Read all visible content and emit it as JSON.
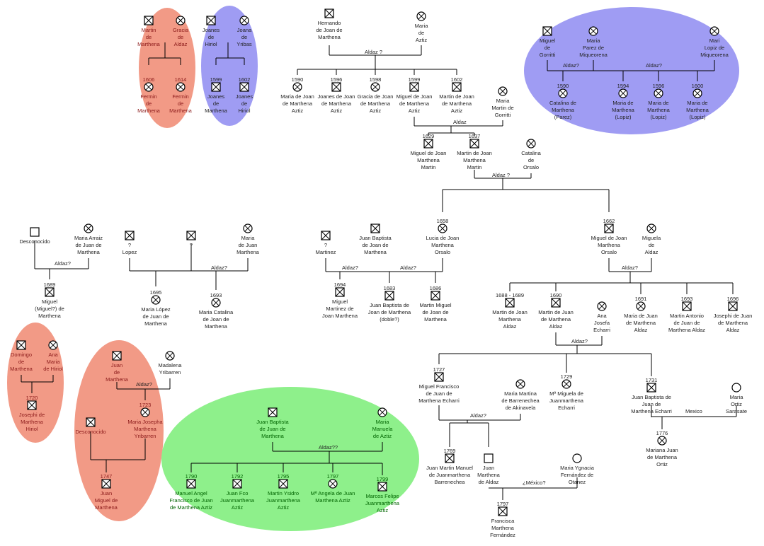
{
  "colors": {
    "red_group": "#f29a86",
    "blue_group": "#9f9cf3",
    "green_group": "#8ef08b",
    "lines": "#000000",
    "text": "#222222",
    "green_text": "#006400",
    "red_text": "#8b1a1a"
  },
  "icons": {
    "male": "square-cross-icon",
    "female": "circle-cross-icon",
    "male_unknown": "square-icon",
    "female_unknown": "circle-icon"
  },
  "couples": [
    {
      "id": "c1",
      "label": "Aldaz ?"
    },
    {
      "id": "c2",
      "label": "Aldaz"
    },
    {
      "id": "c3",
      "label": "Aldaz ?"
    },
    {
      "id": "c4",
      "label": "Aldaz?"
    },
    {
      "id": "c5",
      "label": "Aldaz?"
    },
    {
      "id": "c6",
      "label": "Aldaz?"
    },
    {
      "id": "c7",
      "label": "Aldaz?"
    },
    {
      "id": "c8",
      "label": "Aldaz?"
    },
    {
      "id": "c9",
      "label": "Aldaz?"
    },
    {
      "id": "c10",
      "label": "Aldaz?"
    },
    {
      "id": "c11",
      "label": "Aldaz?"
    },
    {
      "id": "c12",
      "label": "Aldaz??"
    },
    {
      "id": "c13",
      "label": "Aldaz?"
    },
    {
      "id": "c14",
      "label": "Aldaz?"
    },
    {
      "id": "c15",
      "label": "Mexico"
    },
    {
      "id": "c16",
      "label": "¿México?"
    }
  ],
  "persons": [
    {
      "id": "p1",
      "sex": "M",
      "year": "",
      "name": [
        "Martin",
        "de",
        "Marthena"
      ],
      "group": "red"
    },
    {
      "id": "p2",
      "sex": "F",
      "year": "",
      "name": [
        "Gracia",
        "de",
        "Aldaz"
      ],
      "group": "red"
    },
    {
      "id": "p3",
      "sex": "F",
      "year": "1606",
      "name": [
        "Fermin",
        "de",
        "Marthena"
      ],
      "group": "red"
    },
    {
      "id": "p4",
      "sex": "F",
      "year": "1614",
      "name": [
        "Fermin",
        "de",
        "Marthena"
      ],
      "group": "red"
    },
    {
      "id": "p5",
      "sex": "M",
      "year": "",
      "name": [
        "Joanes",
        "de",
        "Hiriol"
      ],
      "group": "blue"
    },
    {
      "id": "p6",
      "sex": "F",
      "year": "",
      "name": [
        "Joana",
        "de",
        "Yribas"
      ],
      "group": "blue"
    },
    {
      "id": "p7",
      "sex": "M",
      "year": "1599",
      "name": [
        "Joanes",
        "de",
        "Marthena"
      ],
      "group": "blue"
    },
    {
      "id": "p8",
      "sex": "M",
      "year": "1602",
      "name": [
        "Joanes",
        "de",
        "Hiriol"
      ],
      "group": "blue"
    },
    {
      "id": "p9",
      "sex": "M",
      "year": "",
      "name": [
        "Hernando",
        "de Joan de",
        "Marthena"
      ],
      "group": ""
    },
    {
      "id": "p10",
      "sex": "F",
      "year": "",
      "name": [
        "Maria",
        "de",
        "Aztiz"
      ],
      "group": ""
    },
    {
      "id": "p11",
      "sex": "F",
      "year": "1590",
      "name": [
        "Maria de Joan",
        "de Marthena",
        "Aztiz"
      ],
      "group": ""
    },
    {
      "id": "p12",
      "sex": "M",
      "year": "1596",
      "name": [
        "Joanes de Joan",
        "de Marthena",
        "Aztiz"
      ],
      "group": ""
    },
    {
      "id": "p13",
      "sex": "F",
      "year": "1598",
      "name": [
        "Gracia de Joan",
        "de Marthena",
        "Aztiz"
      ],
      "group": ""
    },
    {
      "id": "p14",
      "sex": "M",
      "year": "1599",
      "name": [
        "Miguel de Joan",
        "de Marthena",
        "Aztiz"
      ],
      "group": ""
    },
    {
      "id": "p15",
      "sex": "M",
      "year": "1602",
      "name": [
        "Martin de Joan",
        "de Marthena",
        "Aztiz"
      ],
      "group": ""
    },
    {
      "id": "p16",
      "sex": "F",
      "year": "",
      "name": [
        "Maria",
        "Martin de",
        "Gorritti"
      ],
      "group": ""
    },
    {
      "id": "p17",
      "sex": "M",
      "year": "1629",
      "name": [
        "Miguel de Joan",
        "Marthena",
        "Martin"
      ],
      "group": ""
    },
    {
      "id": "p18",
      "sex": "M",
      "year": "1637",
      "name": [
        "Martin de Joan",
        "Marthena",
        "Martin"
      ],
      "group": ""
    },
    {
      "id": "p19",
      "sex": "F",
      "year": "",
      "name": [
        "Catalina",
        "de",
        "Orsalo"
      ],
      "group": ""
    },
    {
      "id": "p20",
      "sex": "M",
      "year": "",
      "name": [
        "Miguel",
        "de",
        "Gorritti"
      ],
      "group": "blue"
    },
    {
      "id": "p21",
      "sex": "F",
      "year": "",
      "name": [
        "Maria",
        "Parez de",
        "Miqueorena"
      ],
      "group": "blue"
    },
    {
      "id": "p22",
      "sex": "F",
      "year": "",
      "name": [
        "Mari",
        "Lopiz de",
        "Miqueorena"
      ],
      "group": "blue"
    },
    {
      "id": "p23",
      "sex": "F",
      "year": "1590",
      "name": [
        "Catalina de",
        "Marthena",
        "(Parez)"
      ],
      "group": "blue"
    },
    {
      "id": "p24",
      "sex": "F",
      "year": "1594",
      "name": [
        "Maria de",
        "Marthena",
        "(Lopiz)"
      ],
      "group": "blue"
    },
    {
      "id": "p25",
      "sex": "F",
      "year": "1596",
      "name": [
        "Maria de",
        "Marthena",
        "(Lopiz)"
      ],
      "group": "blue"
    },
    {
      "id": "p26",
      "sex": "F",
      "year": "1600",
      "name": [
        "Maria de",
        "Marthena",
        "(Lopiz)"
      ],
      "group": "blue"
    },
    {
      "id": "p27",
      "sex": "U",
      "year": "",
      "name": [
        "Desconocido"
      ],
      "group": ""
    },
    {
      "id": "p28",
      "sex": "F",
      "year": "",
      "name": [
        "Maria Arraiz",
        "de Juan de",
        "Marthena"
      ],
      "group": ""
    },
    {
      "id": "p29",
      "sex": "M",
      "year": "1689",
      "name": [
        "Miguel",
        "(Miguel?) de",
        "Marthena"
      ],
      "group": ""
    },
    {
      "id": "p30",
      "sex": "M",
      "year": "",
      "name": [
        "?",
        "Lopez"
      ],
      "group": ""
    },
    {
      "id": "p31",
      "sex": "M",
      "year": "",
      "name": [
        "?"
      ],
      "group": ""
    },
    {
      "id": "p32",
      "sex": "F",
      "year": "",
      "name": [
        "Maria",
        "de Juan",
        "Marthena"
      ],
      "group": ""
    },
    {
      "id": "p33",
      "sex": "F",
      "year": "1695",
      "name": [
        "Maria López",
        "de Juan de",
        "Marthena"
      ],
      "group": ""
    },
    {
      "id": "p34",
      "sex": "F",
      "year": "1693",
      "name": [
        "Maria Catalina",
        "de Joan de",
        "Marthena"
      ],
      "group": ""
    },
    {
      "id": "p35",
      "sex": "M",
      "year": "",
      "name": [
        "?",
        "Martinez"
      ],
      "group": ""
    },
    {
      "id": "p36",
      "sex": "M",
      "year": "",
      "name": [
        "Juan Baptista",
        "de Joan de",
        "Marthena"
      ],
      "group": ""
    },
    {
      "id": "p37",
      "sex": "F",
      "year": "1658",
      "name": [
        "Lucia de Joan",
        "Marthena",
        "Orsalo"
      ],
      "group": ""
    },
    {
      "id": "p38",
      "sex": "M",
      "year": "1694",
      "name": [
        "Miguel",
        "Martinez de",
        "Joan Marthena"
      ],
      "group": ""
    },
    {
      "id": "p39",
      "sex": "M",
      "year": "1683",
      "name": [
        "Juan Baptista de",
        "Joan de Marthena",
        "(doble?)"
      ],
      "group": ""
    },
    {
      "id": "p40",
      "sex": "M",
      "year": "1686",
      "name": [
        "Martin Miguel",
        "de Joan de",
        "Marthena"
      ],
      "group": ""
    },
    {
      "id": "p41",
      "sex": "M",
      "year": "1662",
      "name": [
        "Miguel de Joan",
        "Marthena",
        "Orsalo"
      ],
      "group": ""
    },
    {
      "id": "p42",
      "sex": "F",
      "year": "",
      "name": [
        "Miguela",
        "de",
        "Aldaz"
      ],
      "group": ""
    },
    {
      "id": "p43",
      "sex": "M",
      "year": "1688 - 1689",
      "name": [
        "Martin de Joan",
        "Marthena",
        "Aldaz"
      ],
      "group": ""
    },
    {
      "id": "p44",
      "sex": "M",
      "year": "1690",
      "name": [
        "Martin de Juan",
        "de Marthena",
        "Aldaz"
      ],
      "group": ""
    },
    {
      "id": "p45",
      "sex": "F",
      "year": "",
      "name": [
        "Ana",
        "Josefa",
        "Echarri"
      ],
      "group": ""
    },
    {
      "id": "p46",
      "sex": "F",
      "year": "1691",
      "name": [
        "Maria de Juan",
        "de Marthena",
        "Aldaz"
      ],
      "group": ""
    },
    {
      "id": "p47",
      "sex": "M",
      "year": "1693",
      "name": [
        "Martin Antonio",
        "de Juan de",
        "Marthena Aldaz"
      ],
      "group": ""
    },
    {
      "id": "p48",
      "sex": "M",
      "year": "1696",
      "name": [
        "Josephi de Juan",
        "de Marthena",
        "Aldaz"
      ],
      "group": ""
    },
    {
      "id": "p49",
      "sex": "M",
      "year": "",
      "name": [
        "Domingo",
        "de",
        "Marthena"
      ],
      "group": "red"
    },
    {
      "id": "p50",
      "sex": "F",
      "year": "",
      "name": [
        "Ana",
        "Maria",
        "de Hiriol"
      ],
      "group": "red"
    },
    {
      "id": "p51",
      "sex": "M",
      "year": "1720",
      "name": [
        "Josephi de",
        "Marthena",
        "Hiriol"
      ],
      "group": "red"
    },
    {
      "id": "p52",
      "sex": "M",
      "year": "",
      "name": [
        "Juan",
        "de",
        "Marthena"
      ],
      "group": "red"
    },
    {
      "id": "p53",
      "sex": "F",
      "year": "",
      "name": [
        "Madalena",
        "Yribarren"
      ],
      "group": ""
    },
    {
      "id": "p54",
      "sex": "F",
      "year": "1723",
      "name": [
        "Maria Josepha",
        "Marthena",
        "Yribarren"
      ],
      "group": "red"
    },
    {
      "id": "p55",
      "sex": "M",
      "year": "",
      "name": [
        "Desconocido"
      ],
      "group": "red"
    },
    {
      "id": "p56",
      "sex": "M",
      "year": "1747",
      "name": [
        "Juan",
        "Miguel de",
        "Marthena"
      ],
      "group": "red"
    },
    {
      "id": "p57",
      "sex": "M",
      "year": "",
      "name": [
        "Juan Baptista",
        "de Juan de",
        "Marthena"
      ],
      "group": "green"
    },
    {
      "id": "p58",
      "sex": "F",
      "year": "",
      "name": [
        "Maria",
        "Manuela",
        "de Aztiz"
      ],
      "group": "green"
    },
    {
      "id": "p59",
      "sex": "M",
      "year": "1790",
      "name": [
        "Manuel Angel",
        "Francisco de Juan",
        "de Marthena Aztiz"
      ],
      "group": "green"
    },
    {
      "id": "p60",
      "sex": "M",
      "year": "1792",
      "name": [
        "Juan Fco",
        "Juanmarthena",
        "Aztiz"
      ],
      "group": "green"
    },
    {
      "id": "p61",
      "sex": "M",
      "year": "1795",
      "name": [
        "Martin Ysidro",
        "Juanmarthena",
        "Aztiz"
      ],
      "group": "green"
    },
    {
      "id": "p62",
      "sex": "F",
      "year": "1797",
      "name": [
        "Mª Angela de Juan",
        "Marthena Aztiz"
      ],
      "group": "green"
    },
    {
      "id": "p63",
      "sex": "M",
      "year": "1799",
      "name": [
        "Marcos Felipe",
        "Juanmarthena",
        "Aztiz"
      ],
      "group": "green"
    },
    {
      "id": "p64",
      "sex": "M",
      "year": "1727",
      "name": [
        "Miguel Francisco",
        "de Juan de",
        "Marthena Echarri"
      ],
      "group": ""
    },
    {
      "id": "p65",
      "sex": "F",
      "year": "",
      "name": [
        "Maria Martina",
        "de Barrenechea",
        "de Akinavela"
      ],
      "group": ""
    },
    {
      "id": "p66",
      "sex": "F",
      "year": "1729",
      "name": [
        "Mª Miguela de",
        "Juanmarthena",
        "Echarri"
      ],
      "group": ""
    },
    {
      "id": "p67",
      "sex": "M",
      "year": "1731",
      "name": [
        "Juan Baptista de",
        "Juan de",
        "Marthena Echarri"
      ],
      "group": ""
    },
    {
      "id": "p68",
      "sex": "FU",
      "year": "",
      "name": [
        "Maria",
        "Ortiz",
        "Sarasate"
      ],
      "group": ""
    },
    {
      "id": "p69",
      "sex": "F",
      "year": "1776",
      "name": [
        "Mariana Juan",
        "de Marthena",
        "Ortiz"
      ],
      "group": ""
    },
    {
      "id": "p70",
      "sex": "M",
      "year": "1769",
      "name": [
        "Juan Martin Manuel",
        "de Juanmarthena",
        "Barrenechea"
      ],
      "group": ""
    },
    {
      "id": "p71",
      "sex": "U",
      "year": "",
      "name": [
        "Juan",
        "Marthena",
        "de Aldaz"
      ],
      "group": ""
    },
    {
      "id": "p72",
      "sex": "FU",
      "year": "",
      "name": [
        "Maria Ygnacia",
        "Fernández de",
        "Otanez"
      ],
      "group": ""
    },
    {
      "id": "p73",
      "sex": "M",
      "year": "1797",
      "name": [
        "Francisca",
        "Marthena",
        "Fernández"
      ],
      "group": ""
    }
  ]
}
